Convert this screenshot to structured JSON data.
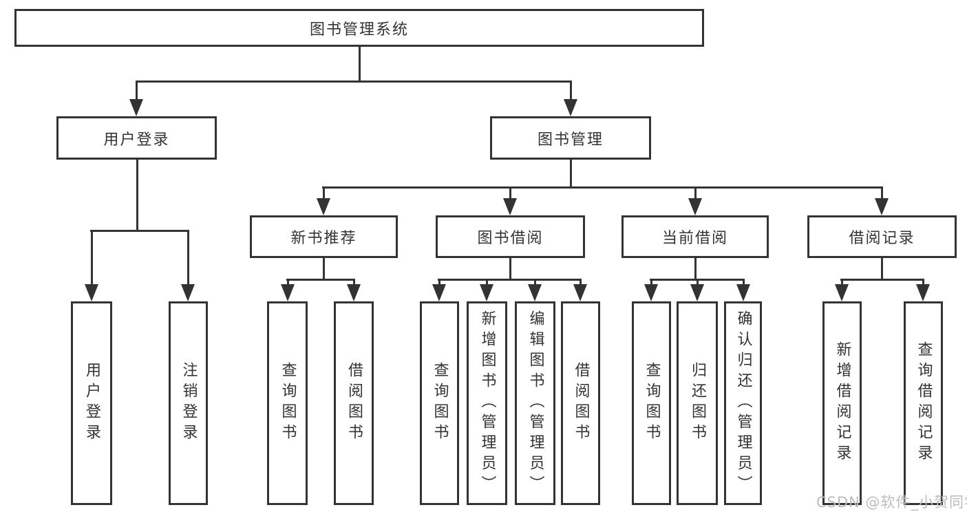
{
  "diagram_title": "图书管理系统",
  "tree": {
    "root": {
      "label": "图书管理系统"
    },
    "level1": [
      {
        "label": "用户登录"
      },
      {
        "label": "图书管理"
      }
    ],
    "level2": [
      {
        "parent": "图书管理",
        "label": "新书推荐"
      },
      {
        "parent": "图书管理",
        "label": "图书借阅"
      },
      {
        "parent": "图书管理",
        "label": "当前借阅"
      },
      {
        "parent": "图书管理",
        "label": "借阅记录"
      }
    ],
    "leaves": [
      {
        "parent": "用户登录",
        "label": "用户登录"
      },
      {
        "parent": "用户登录",
        "label": "注销登录"
      },
      {
        "parent": "新书推荐",
        "label": "查询图书"
      },
      {
        "parent": "新书推荐",
        "label": "借阅图书"
      },
      {
        "parent": "图书借阅",
        "label": "查询图书"
      },
      {
        "parent": "图书借阅",
        "label": "新增图书（管理员）"
      },
      {
        "parent": "图书借阅",
        "label": "编辑图书（管理员）"
      },
      {
        "parent": "图书借阅",
        "label": "借阅图书"
      },
      {
        "parent": "当前借阅",
        "label": "查询图书"
      },
      {
        "parent": "当前借阅",
        "label": "归还图书"
      },
      {
        "parent": "当前借阅",
        "label": "确认归还（管理员）"
      },
      {
        "parent": "借阅记录",
        "label": "新增借阅记录"
      },
      {
        "parent": "借阅记录",
        "label": "查询借阅记录"
      }
    ]
  },
  "watermark": "CSDN @软件_小贺同学",
  "colors": {
    "line": "#333333",
    "box_border": "#333333",
    "text": "#333333",
    "watermark": "#bcbcbc",
    "background": "#ffffff"
  }
}
